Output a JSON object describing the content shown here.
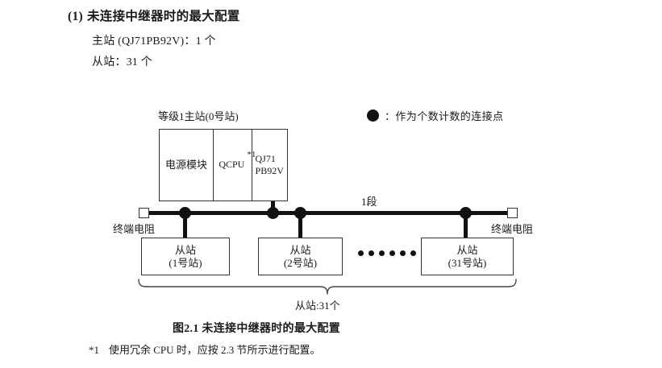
{
  "heading": {
    "number": "(1)",
    "title": "未连接中继器时的最大配置"
  },
  "specs": [
    "主站 (QJ71PB92V)：1 个",
    "从站：31 个"
  ],
  "legend": {
    "symbol": "filled-circle",
    "text": "：作为个数计数的连接点"
  },
  "diagram": {
    "master": {
      "label": "等级1主站(0号站)",
      "modules": [
        {
          "name": "电源模块"
        },
        {
          "name": "QCPU",
          "footnote_mark": "*1"
        },
        {
          "name_line1": "QJ71",
          "name_line2": "PB92V"
        }
      ]
    },
    "bus": {
      "segment_label": "1段",
      "terminator_left": "终端电阻",
      "terminator_right": "终端电阻",
      "connection_points": 4
    },
    "slaves": [
      {
        "title": "从站",
        "station": "(1号站)"
      },
      {
        "title": "从站",
        "station": "(2号站)"
      },
      {
        "title": "从站",
        "station": "(31号站)"
      }
    ],
    "ellipsis_dots": 6,
    "brace_label": "从站:31个"
  },
  "caption": "图2.1  未连接中继器时的最大配置",
  "footnote": {
    "mark": "*1",
    "text": "使用冗余 CPU 时，应按 2.3 节所示进行配置。"
  },
  "colors": {
    "ink": "#1a1a1a",
    "line": "#333333",
    "fill": "#111111",
    "background": "#ffffff"
  }
}
